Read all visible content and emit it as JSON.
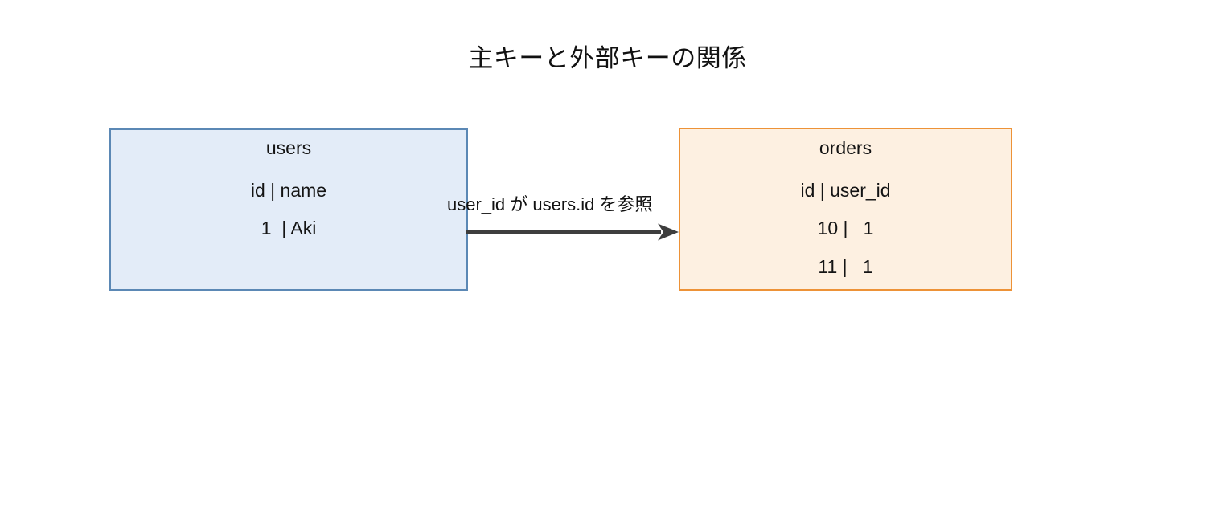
{
  "diagram": {
    "title": "主キーと外部キーの関係",
    "background_color": "#ffffff",
    "entities": [
      {
        "key": "users",
        "name": "users",
        "role": "primary-key-table",
        "fill_color": "#e3ecf8",
        "border_color": "#5b88b5",
        "rows": [
          "id | name",
          "1  | Aki"
        ]
      },
      {
        "key": "orders",
        "name": "orders",
        "role": "foreign-key-table",
        "fill_color": "#fdf0e1",
        "border_color": "#ed9237",
        "rows": [
          "id | user_id",
          "10 |   1",
          "11 |   1"
        ]
      }
    ],
    "relationship": {
      "label": "user_id が users.id を参照",
      "from": "users",
      "to": "orders",
      "arrow_color": "#3e3e3e",
      "direction": "right"
    }
  }
}
